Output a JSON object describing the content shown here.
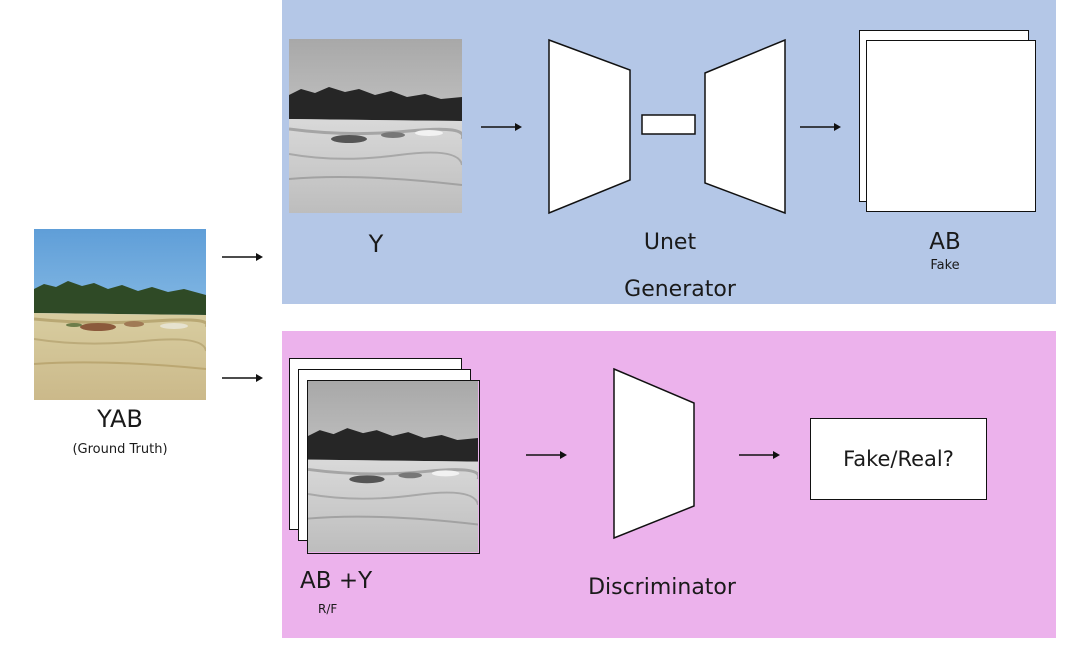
{
  "colors": {
    "generator_panel": "#b4c7e7",
    "discriminator_panel": "#ecb2ec"
  },
  "ground_truth": {
    "label": "YAB",
    "sublabel": "(Ground Truth)"
  },
  "generator": {
    "input_label": "Y",
    "network_label": "Unet",
    "panel_label": "Generator",
    "output_label": "AB",
    "output_sublabel": "Fake"
  },
  "discriminator": {
    "input_label": "AB +Y",
    "input_sublabel": "R/F",
    "panel_label": "Discriminator",
    "output_label": "Fake/Real?"
  }
}
